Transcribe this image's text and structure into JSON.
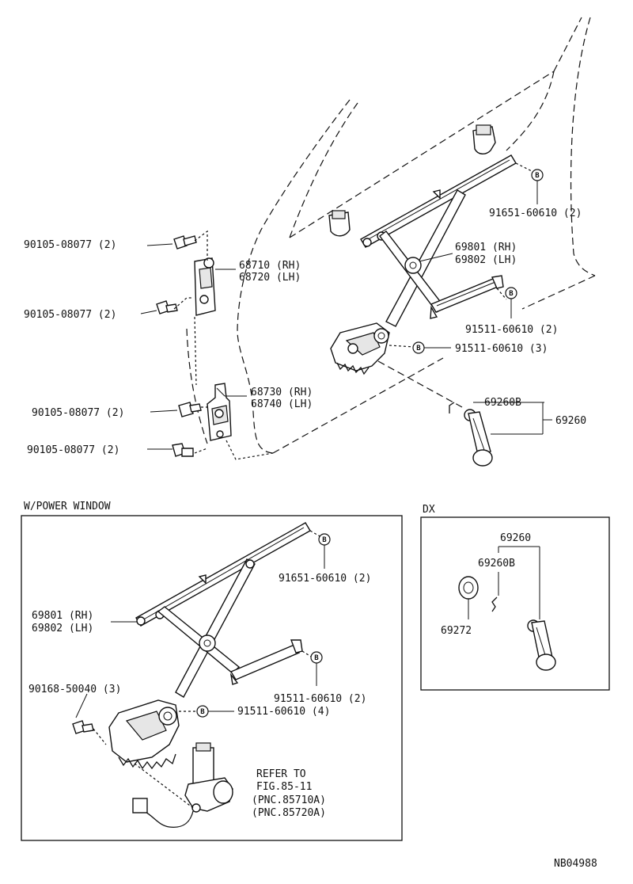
{
  "main": {
    "labels": {
      "bolt_hinge_upper_top": "90105-08077 (2)",
      "bolt_hinge_upper_bottom": "90105-08077 (2)",
      "bolt_hinge_lower_top": "90105-08077 (2)",
      "bolt_hinge_lower_bottom": "90105-08077 (2)",
      "hinge_upper_rh": "68710 (RH)",
      "hinge_upper_lh": "68720 (LH)",
      "hinge_lower_rh": "68730 (RH)",
      "hinge_lower_lh": "68740 (LH)",
      "regulator_rh": "69801 (RH)",
      "regulator_lh": "69802 (LH)",
      "bolt_top": "91651-60610 (2)",
      "bolt_mid": "91511-60610 (2)",
      "bolt_low": "91511-60610 (3)",
      "handle_sub": "69260B",
      "handle": "69260",
      "bolt_letter": "B"
    }
  },
  "power_window": {
    "title": "W/POWER WINDOW",
    "labels": {
      "bolt_top": "91651-60610 (2)",
      "regulator_rh": "69801 (RH)",
      "regulator_lh": "69802 (LH)",
      "bolt_mid": "91511-60610 (2)",
      "bolt_low": "91511-60610 (4)",
      "screw": "90168-50040 (3)",
      "refer_1": "REFER TO",
      "refer_2": "FIG.85-11",
      "refer_3": "(PNC.85710A)",
      "refer_4": "(PNC.85720A)",
      "bolt_letter": "B"
    }
  },
  "dx": {
    "title": "DX",
    "labels": {
      "handle": "69260",
      "handle_sub": "69260B",
      "knob": "69272"
    }
  },
  "figure_code": "NB04988"
}
